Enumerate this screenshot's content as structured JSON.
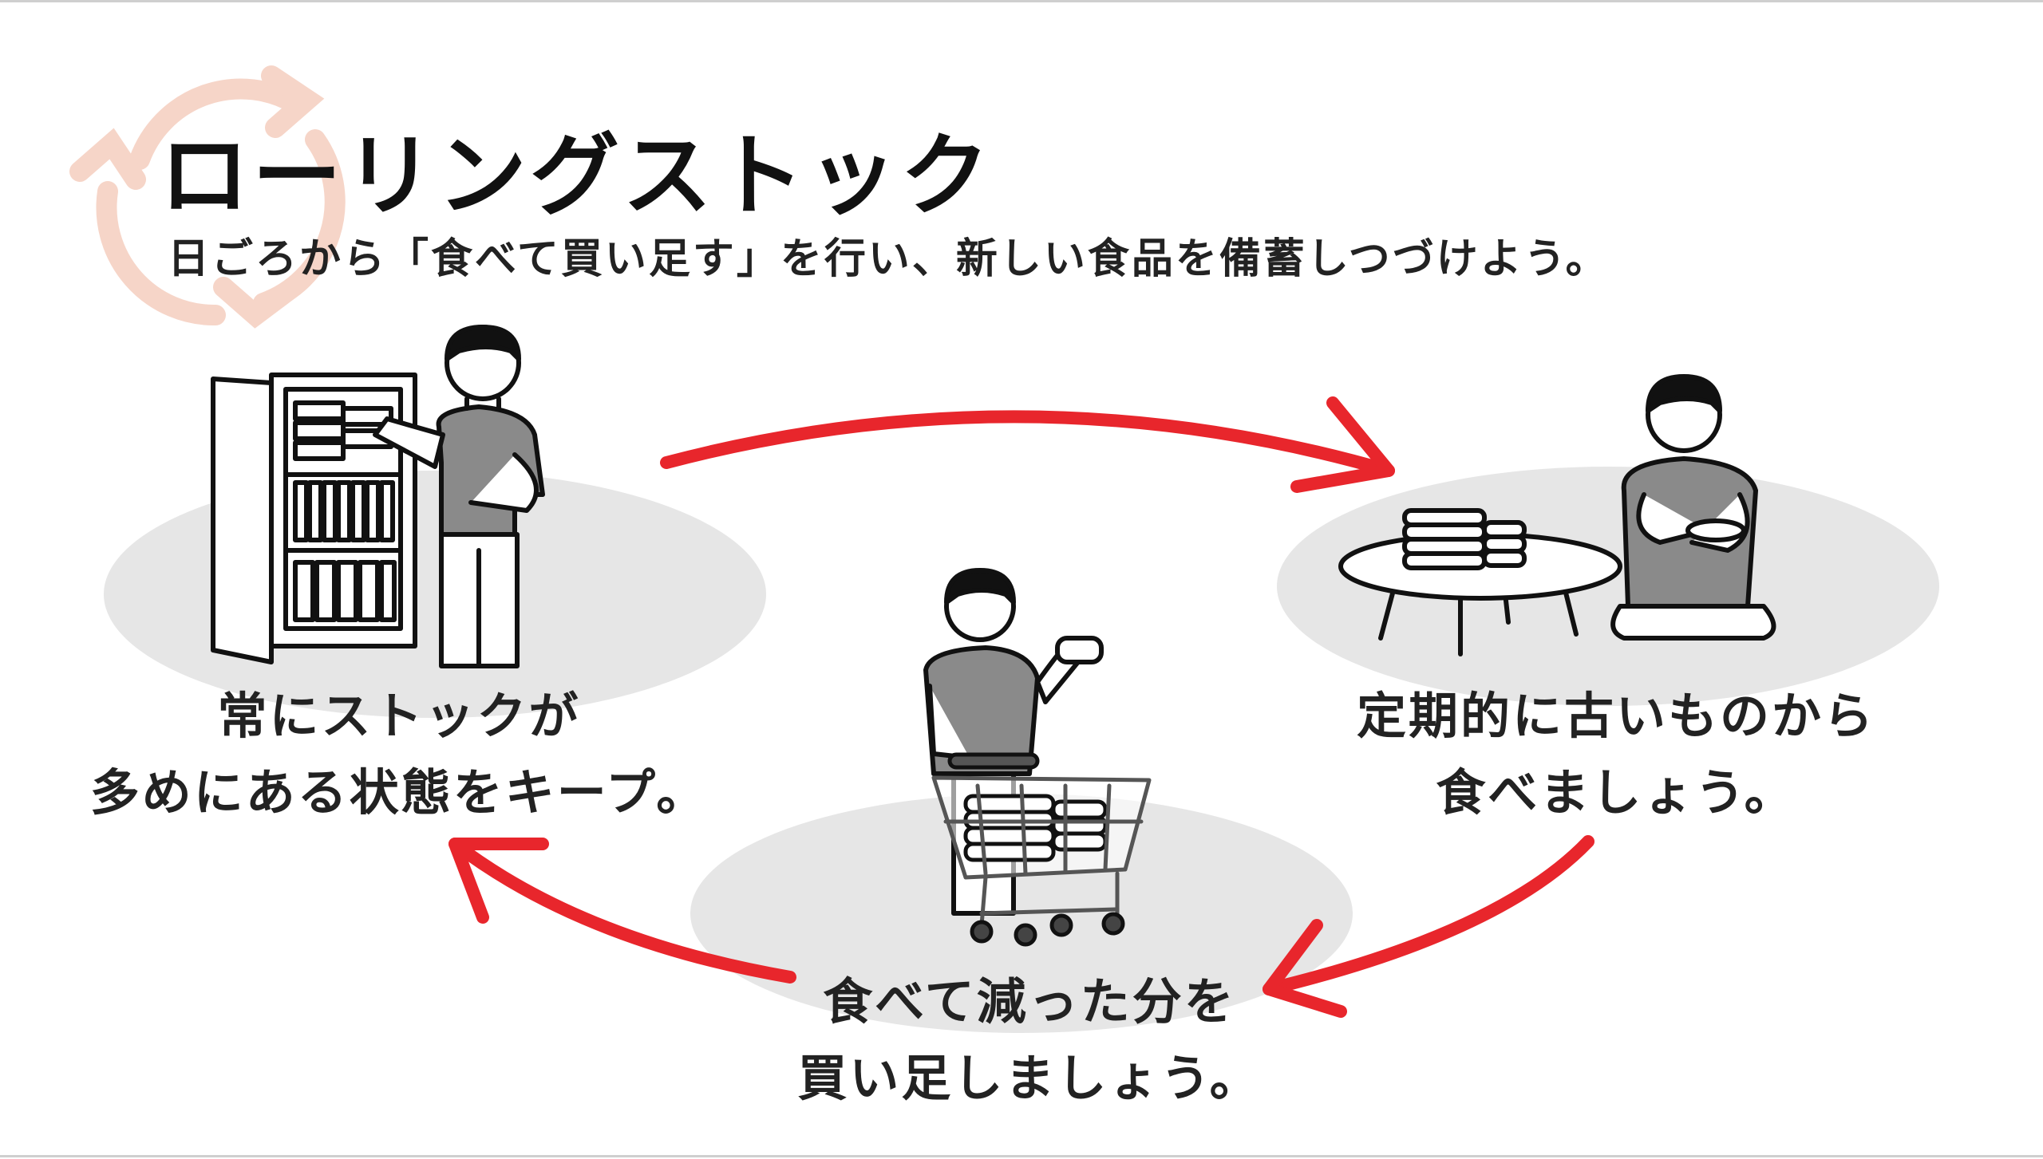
{
  "title": "ローリングストック",
  "subtitle": "日ごろから「食べて買い足す」を行い、新しい食品を備蓄しつづけよう。",
  "steps": [
    {
      "id": "keep",
      "line1": "常にストックが",
      "line2": "多めにある状態をキープ。"
    },
    {
      "id": "eat",
      "line1": "定期的に古いものから",
      "line2": "食べましょう。"
    },
    {
      "id": "buy",
      "line1": "食べて減った分を",
      "line2": "買い足しましょう。"
    }
  ],
  "colors": {
    "arrow": "#e8262c",
    "ellipse": "#e6e6e6",
    "cycle_icon": "#f6d5c8",
    "shirt": "#8a8a8a",
    "outline": "#111111"
  },
  "icons": [
    "recycle-cycle-icon",
    "refrigerator-icon",
    "person-icon",
    "low-table-icon",
    "shopping-cart-icon"
  ]
}
